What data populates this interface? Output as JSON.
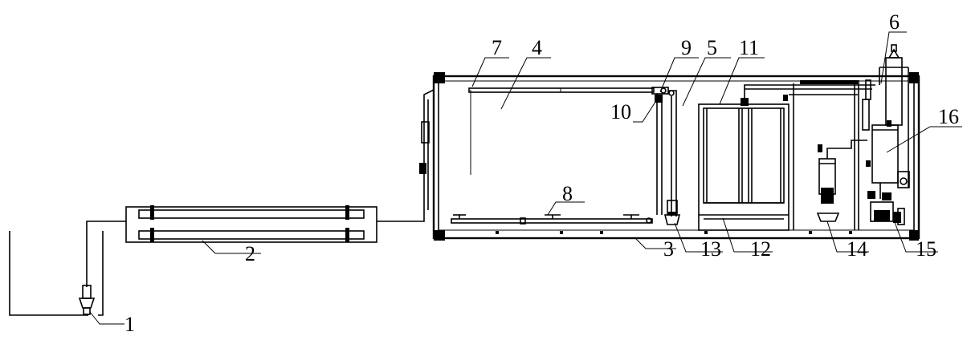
{
  "labels": {
    "l1": "1",
    "l2": "2",
    "l3": "3",
    "l4": "4",
    "l5": "5",
    "l6": "6",
    "l7": "7",
    "l8": "8",
    "l9": "9",
    "l10": "10",
    "l11": "11",
    "l12": "12",
    "l13": "13",
    "l14": "14",
    "l15": "15",
    "l16": "16"
  },
  "colors": {
    "line": "#000000",
    "background": "#ffffff"
  }
}
